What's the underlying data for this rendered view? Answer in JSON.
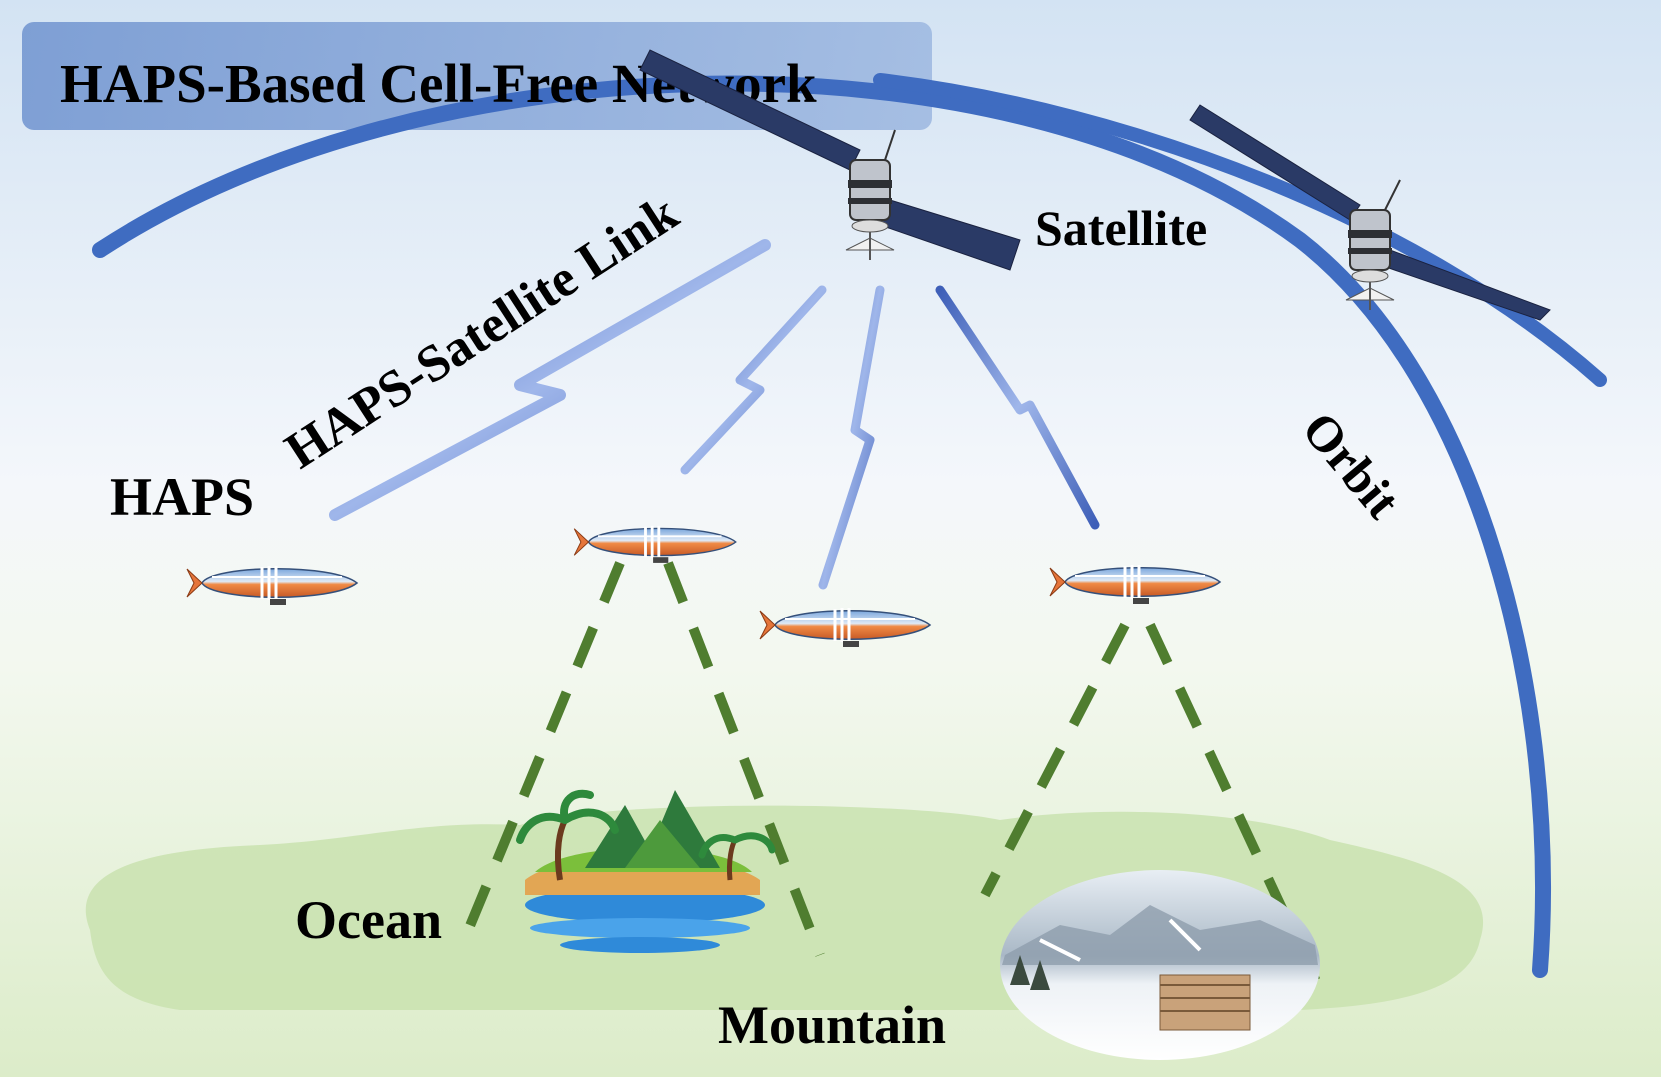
{
  "labels": {
    "title": "HAPS-Based Cell-Free Network",
    "link": "HAPS-Satellite Link",
    "satellite": "Satellite",
    "haps": "HAPS",
    "orbit": "Orbit",
    "ocean": "Ocean",
    "mountain": "Mountain"
  },
  "colors": {
    "orbit": "#3f6cc1",
    "beam": "#5d80cc",
    "coverage": "#4f7d2f",
    "ground": "#c7e0ad",
    "sky_top": "#d9e8f5",
    "haps_orange": "#e5753a",
    "haps_blue": "#5a8ac9"
  }
}
